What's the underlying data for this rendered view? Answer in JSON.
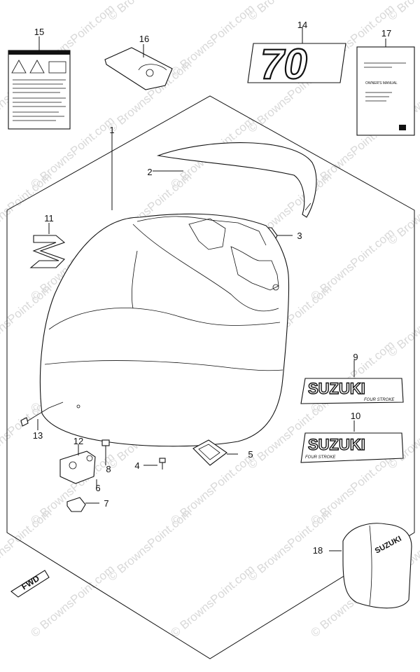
{
  "watermark": "© BrownsPoint.com",
  "callouts": [
    "1",
    "2",
    "3",
    "4",
    "5",
    "6",
    "7",
    "8",
    "9",
    "10",
    "11",
    "12",
    "13",
    "14",
    "15",
    "16",
    "17",
    "18"
  ],
  "decals": {
    "model_number": "70",
    "brand_upper": "SUZUKI",
    "brand_lower": "SUZUKI",
    "subbrand": "FOUR STROKE",
    "cover_brand": "SUZUKI",
    "manual_title": "OWNER'S MANUAL"
  },
  "direction_marker": "FWD"
}
